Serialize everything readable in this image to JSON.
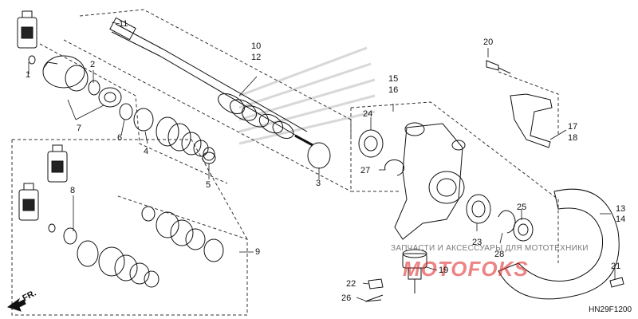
{
  "diagram": {
    "code": "HN29F1200",
    "direction_label": "FR.",
    "watermark_text": "ЗАПЧАСТИ И АКСЕССУАРЫ ДЛЯ МОТОТЕХНИКИ",
    "watermark_logo": "MOTOFOKS",
    "callouts": [
      {
        "id": "c1",
        "label": "1"
      },
      {
        "id": "c2",
        "label": "2"
      },
      {
        "id": "c3",
        "label": "3"
      },
      {
        "id": "c4",
        "label": "4"
      },
      {
        "id": "c5",
        "label": "5"
      },
      {
        "id": "c6",
        "label": "6"
      },
      {
        "id": "c7",
        "label": "7"
      },
      {
        "id": "c8",
        "label": "8"
      },
      {
        "id": "c9",
        "label": "9"
      },
      {
        "id": "c10",
        "label": "10"
      },
      {
        "id": "c11",
        "label": "11"
      },
      {
        "id": "c12",
        "label": "12"
      },
      {
        "id": "c13",
        "label": "13"
      },
      {
        "id": "c14",
        "label": "14"
      },
      {
        "id": "c15",
        "label": "15"
      },
      {
        "id": "c16",
        "label": "16"
      },
      {
        "id": "c17",
        "label": "17"
      },
      {
        "id": "c18",
        "label": "18"
      },
      {
        "id": "c19",
        "label": "19"
      },
      {
        "id": "c20",
        "label": "20"
      },
      {
        "id": "c21",
        "label": "21"
      },
      {
        "id": "c22",
        "label": "22"
      },
      {
        "id": "c23",
        "label": "23"
      },
      {
        "id": "c24",
        "label": "24"
      },
      {
        "id": "c25",
        "label": "25"
      },
      {
        "id": "c26",
        "label": "26"
      },
      {
        "id": "c27",
        "label": "27"
      },
      {
        "id": "c28",
        "label": "28"
      }
    ]
  }
}
